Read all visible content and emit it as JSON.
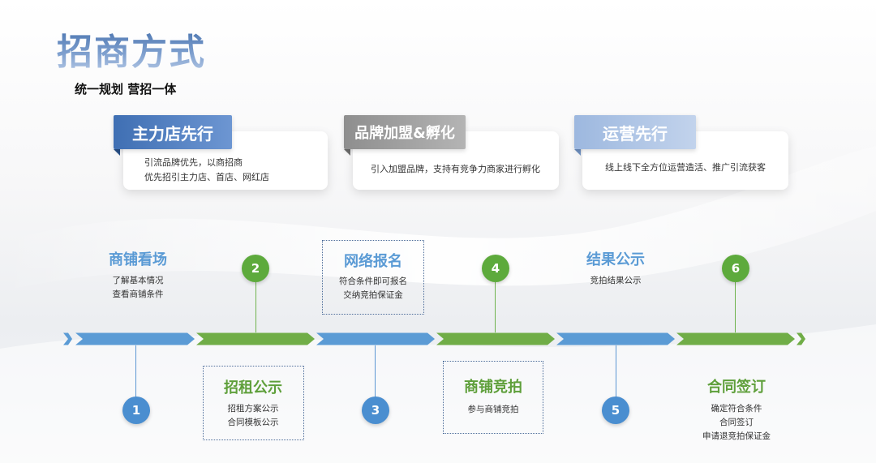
{
  "header": {
    "title": "招商方式",
    "subtitle": "统一规划 营招一体"
  },
  "cards": [
    {
      "tag": "主力店先行",
      "lines": [
        "引流品牌优先，以商招商",
        "优先招引主力店、首店、网红店"
      ]
    },
    {
      "tag": "品牌加盟&孵化",
      "lines": [
        "引入加盟品牌，支持有竞争力商家进行孵化"
      ]
    },
    {
      "tag": "运营先行",
      "lines": [
        "线上线下全方位运营造活、推广引流获客"
      ]
    }
  ],
  "steps": [
    {
      "number": "1",
      "title": "商铺看场",
      "lines": [
        "了解基本情况",
        "查看商铺条件"
      ]
    },
    {
      "number": "2",
      "title": "招租公示",
      "lines": [
        "招租方案公示",
        "合同模板公示"
      ]
    },
    {
      "number": "3",
      "title": "网络报名",
      "lines": [
        "符合条件即可报名",
        "交纳竞拍保证金"
      ]
    },
    {
      "number": "4",
      "title": "商铺竞拍",
      "lines": [
        "参与商铺竞拍"
      ]
    },
    {
      "number": "5",
      "title": "结果公示",
      "lines": [
        "竞拍结果公示"
      ]
    },
    {
      "number": "6",
      "title": "合同签订",
      "lines": [
        "确定符合条件",
        "合同签订",
        "申请退竞拍保证金"
      ]
    }
  ],
  "colors": {
    "blue": "#5b9bd5",
    "green": "#70ad47",
    "gray_tag": "#9a9a9a",
    "text_dark": "#333333"
  }
}
